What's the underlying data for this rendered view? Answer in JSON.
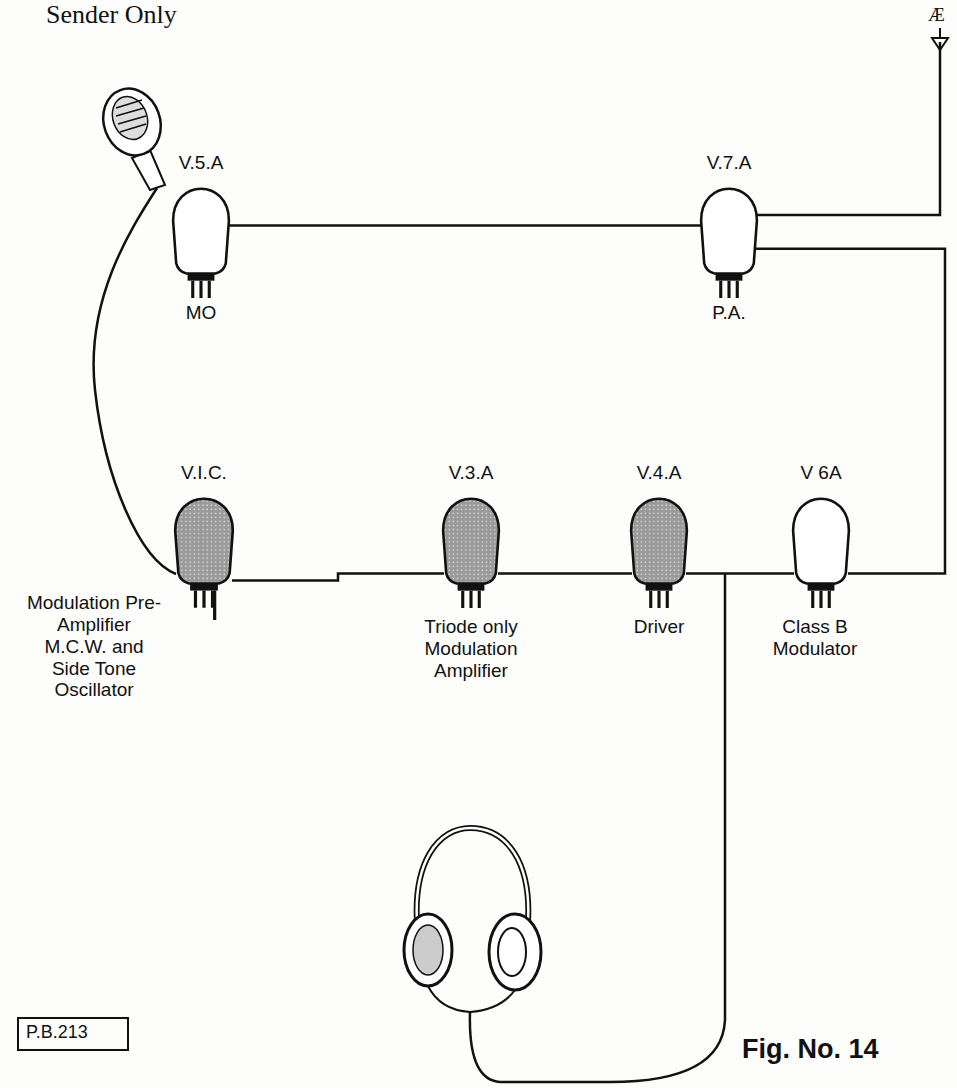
{
  "diagram": {
    "title": "Sender Only",
    "nodes": [
      {
        "text": [
          "V.5.A",
          "MO"
        ]
      },
      {
        "text": [
          "V.7.A",
          "P.A."
        ]
      },
      {
        "text": [
          "V.I.C.",
          "Modulation Pre-Amplifier M.C.W. and Side Tone Oscillator"
        ]
      },
      {
        "text": [
          "V.3.A",
          "Triode only Modulation Amplifier"
        ]
      },
      {
        "text": [
          "V.4.A",
          "Driver"
        ]
      },
      {
        "text": [
          "V 6A",
          "Class B Modulator"
        ]
      }
    ],
    "edges": [
      {
        "from": 0,
        "to": 1,
        "arrow": "none"
      },
      {
        "from": 2,
        "to": 3,
        "arrow": "none"
      },
      {
        "from": 3,
        "to": 4,
        "arrow": "none"
      },
      {
        "from": 4,
        "to": 5,
        "arrow": "none"
      },
      {
        "from": 5,
        "to": 1,
        "arrow": "none"
      }
    ],
    "labels": [
      "Æ",
      "P.B.213",
      "Fig. No. 14"
    ]
  }
}
